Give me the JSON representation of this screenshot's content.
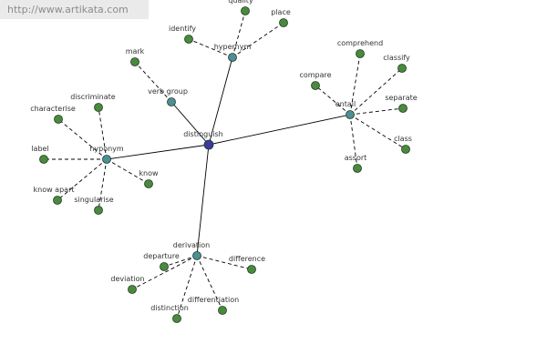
{
  "watermark": "http://www.artikata.com",
  "colors": {
    "root": "#3b3b9e",
    "relation": "#4d8f99",
    "leaf": "#4a8a3e",
    "edge": "#000000"
  },
  "root": {
    "id": "distinguish",
    "label": "distinguish"
  },
  "relations": [
    {
      "id": "hypernym",
      "label": "hypernym"
    },
    {
      "id": "verb_group",
      "label": "verb group"
    },
    {
      "id": "entail",
      "label": "entail"
    },
    {
      "id": "hyponym",
      "label": "hyponym"
    },
    {
      "id": "derivation",
      "label": "derivation"
    }
  ],
  "leaves": [
    {
      "id": "quality",
      "label": "quality",
      "parent": "hypernym"
    },
    {
      "id": "identify",
      "label": "identify",
      "parent": "hypernym"
    },
    {
      "id": "place",
      "label": "place",
      "parent": "hypernym"
    },
    {
      "id": "mark",
      "label": "mark",
      "parent": "verb_group"
    },
    {
      "id": "comprehend",
      "label": "comprehend",
      "parent": "entail"
    },
    {
      "id": "compare",
      "label": "compare",
      "parent": "entail"
    },
    {
      "id": "classify",
      "label": "classify",
      "parent": "entail"
    },
    {
      "id": "separate",
      "label": "separate",
      "parent": "entail"
    },
    {
      "id": "class",
      "label": "class",
      "parent": "entail"
    },
    {
      "id": "assort",
      "label": "assort",
      "parent": "entail"
    },
    {
      "id": "discriminate",
      "label": "discriminate",
      "parent": "hyponym"
    },
    {
      "id": "characterise",
      "label": "characterise",
      "parent": "hyponym"
    },
    {
      "id": "label",
      "label": "label",
      "parent": "hyponym"
    },
    {
      "id": "know",
      "label": "know",
      "parent": "hyponym"
    },
    {
      "id": "know_apart",
      "label": "know apart",
      "parent": "hyponym"
    },
    {
      "id": "singularise",
      "label": "singularise",
      "parent": "hyponym"
    },
    {
      "id": "departure",
      "label": "departure",
      "parent": "derivation"
    },
    {
      "id": "difference",
      "label": "difference",
      "parent": "derivation"
    },
    {
      "id": "deviation",
      "label": "deviation",
      "parent": "derivation"
    },
    {
      "id": "differentiation",
      "label": "differentiation",
      "parent": "derivation"
    },
    {
      "id": "distinction",
      "label": "distinction",
      "parent": "derivation"
    }
  ]
}
